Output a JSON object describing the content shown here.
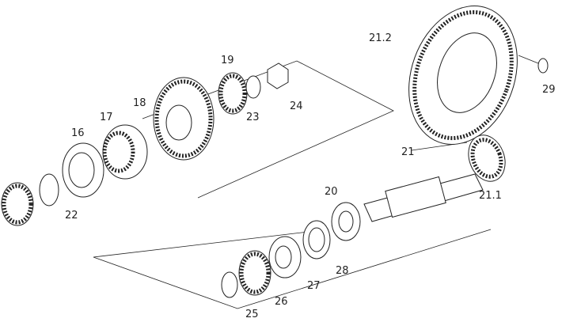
{
  "labels": {
    "p21_2": "21.2",
    "p19": "19",
    "p29": "29",
    "p18": "18",
    "p17": "17",
    "p23": "23",
    "p24": "24",
    "p16": "16",
    "p21": "21",
    "p21_1": "21.1",
    "p20": "20",
    "p22": "22",
    "p27": "27",
    "p28": "28",
    "p26": "26",
    "p25": "25"
  }
}
